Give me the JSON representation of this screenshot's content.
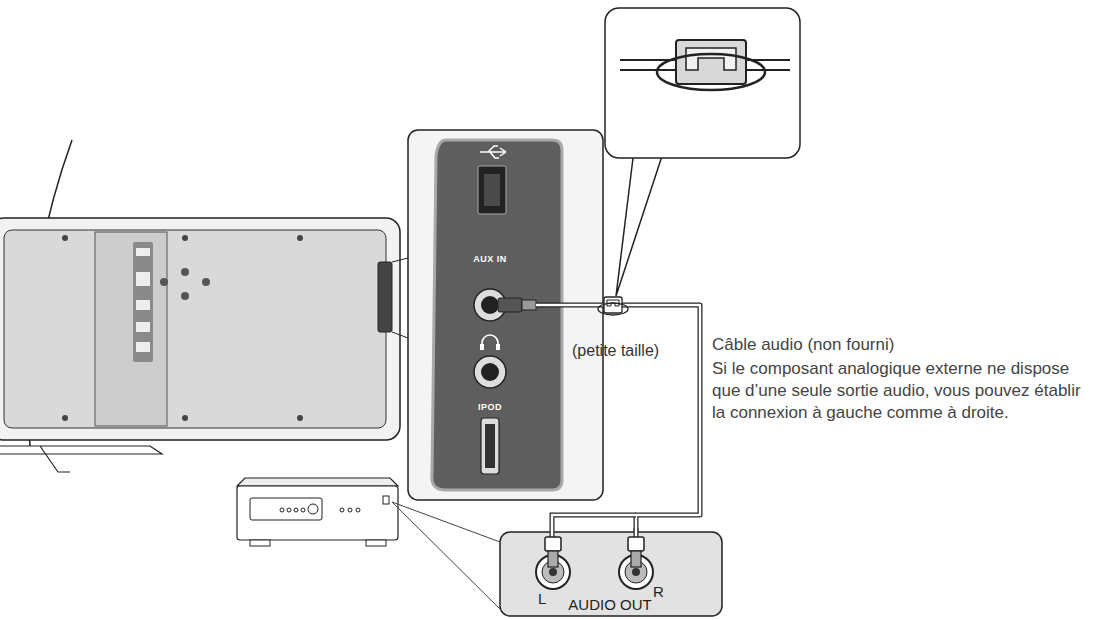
{
  "diagram": {
    "nodes": [
      {
        "text": [
          "AUX IN",
          "IPOD"
        ]
      },
      {
        "text": [
          "L",
          "R",
          "AUDIO OUT"
        ]
      }
    ],
    "edges": [
      {
        "from": 0,
        "to": 1,
        "arrow": "none"
      }
    ],
    "labels": [
      "(petite taille)",
      "Câble audio (non fourni)",
      "Si le composant analogique externe ne dispose que d’une seule sortie audio, vous pouvez établir la connexion à gauche comme à droite."
    ]
  }
}
